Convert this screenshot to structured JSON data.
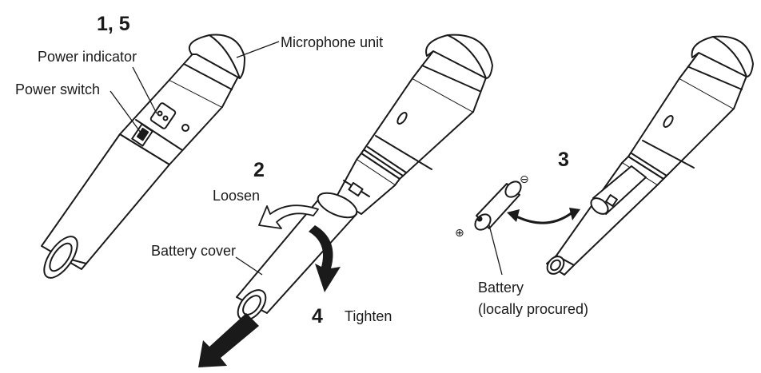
{
  "steps": {
    "s1": "1, 5",
    "s2": "2",
    "s3": "3",
    "s4": "4"
  },
  "labels": {
    "microphone_unit": "Microphone unit",
    "power_indicator": "Power indicator",
    "power_switch": "Power switch",
    "loosen": "Loosen",
    "battery_cover": "Battery cover",
    "tighten": "Tighten",
    "battery_line1": "Battery",
    "battery_line2": "(locally procured)"
  },
  "polarity": {
    "plus": "⊕",
    "minus": "⊖"
  },
  "colors": {
    "line": "#1a1a1a",
    "fill": "#ffffff",
    "arrow": "#1a1a1a"
  }
}
